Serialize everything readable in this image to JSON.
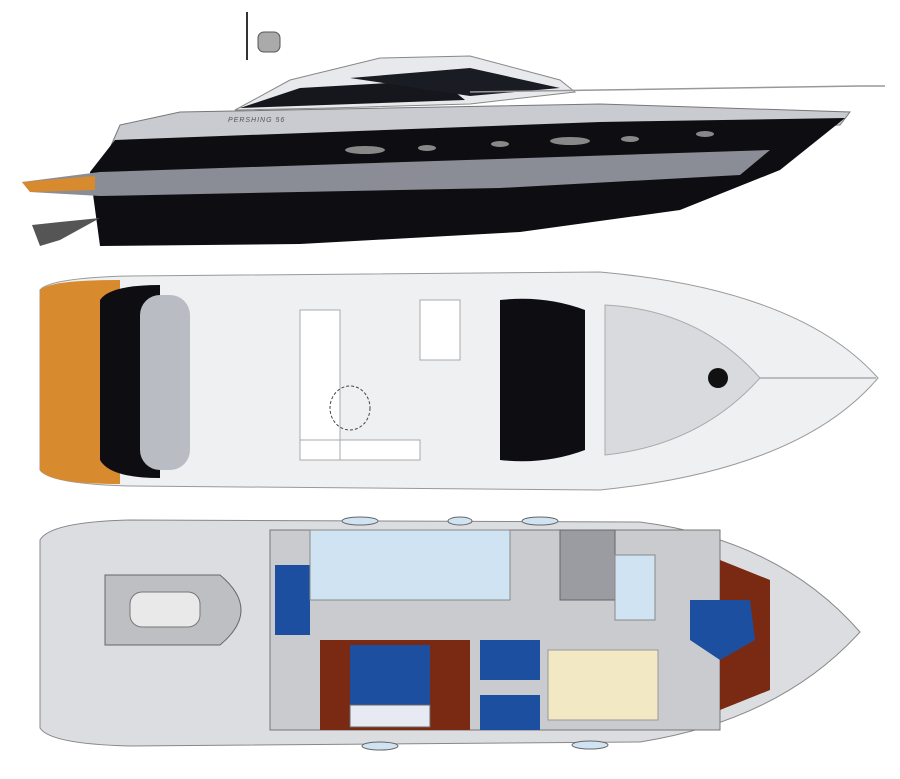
{
  "yacht": {
    "hull_lettering": "PERSHING 56",
    "views": [
      "side-profile",
      "deck-plan",
      "interior-layout"
    ]
  },
  "colors": {
    "hull_dark": "#0d0d12",
    "hull_grey": "#8a8d95",
    "teak": "#d88a2e",
    "deck_white": "#eef0f2",
    "bed_blue": "#1c4fa0",
    "interior_floor": "#c9cbcf",
    "wood_trim": "#7a2a12",
    "saloon_sofa": "#f3e8c4",
    "bathroom_tint": "#cfe3f2"
  }
}
